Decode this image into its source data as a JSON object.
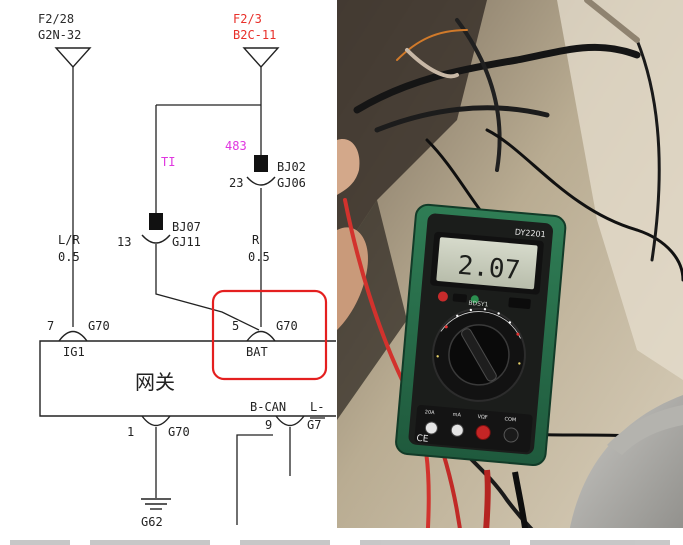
{
  "diagram": {
    "fuse_left": {
      "top": "F2/28",
      "bottom": "G2N-32",
      "color": "#2b2b2b"
    },
    "fuse_right": {
      "top": "F2/3",
      "bottom": "B2C-11",
      "color": "#e8302a"
    },
    "wire_left": {
      "color_code": "L/R",
      "size": "0.5"
    },
    "wire_right": {
      "color_code": "R",
      "size": "0.5"
    },
    "splice_ti": "TI",
    "splice_483": "483",
    "splice_bj02": {
      "id": "BJ02",
      "pin": "23",
      "connector": "GJ06"
    },
    "splice_bj07": {
      "id": "BJ07",
      "pin": "13",
      "connector": "GJ11"
    },
    "pin_ig1": {
      "pin": "7",
      "connector": "G70",
      "label": "IG1"
    },
    "pin_bat": {
      "pin": "5",
      "connector": "G70",
      "label": "BAT"
    },
    "module_label": "网关",
    "pin_bcan": {
      "pin": "9",
      "connector": "G7",
      "label": "B-CAN",
      "next_label": "L-"
    },
    "pin_gnd": {
      "pin": "1",
      "connector": "G70"
    },
    "ground_label": "G62",
    "highlight_color": "#e41f1f",
    "magenta": "#e036e0"
  },
  "photo": {
    "meter_brand": "DY2201",
    "reading": "2.07",
    "badge": "BDSY1",
    "port_labels": [
      "20A",
      "mA",
      "VΩF",
      "COM"
    ],
    "ce_mark": "CE"
  }
}
